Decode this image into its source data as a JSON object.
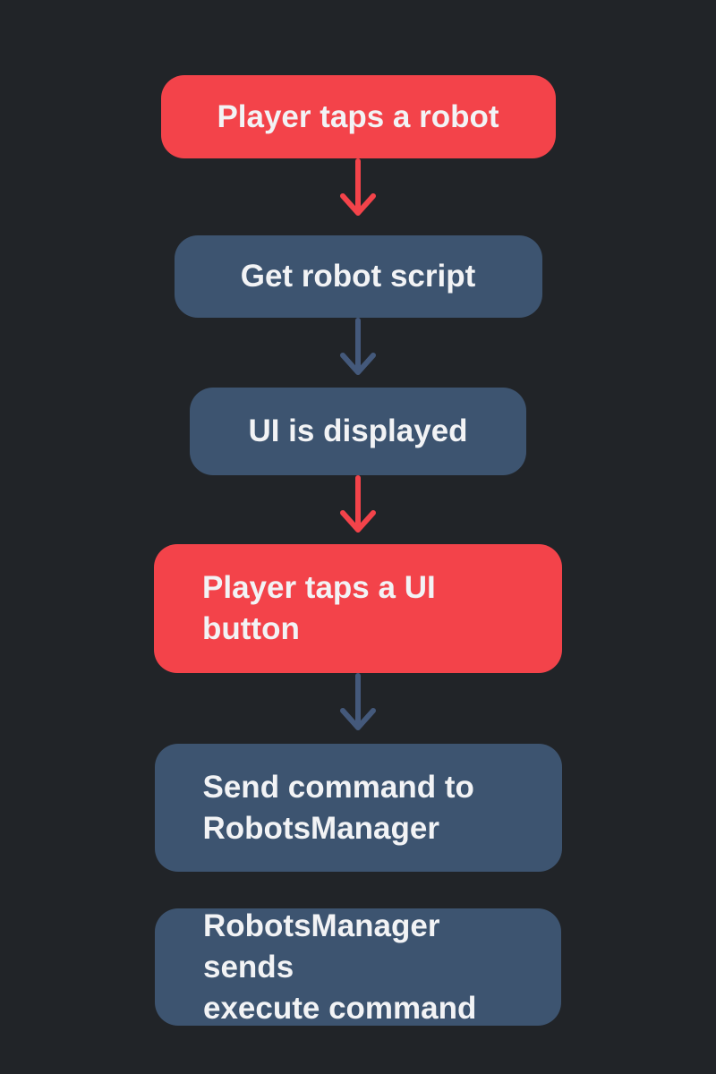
{
  "colors": {
    "background": "#212428",
    "node_red": "#f3434a",
    "node_slate": "#3d5470",
    "arrow_red": "#f3434a",
    "arrow_slate": "#44597b",
    "text": "#f2f3f5"
  },
  "flowchart": {
    "nodes": [
      {
        "label": "Player taps a robot",
        "lines": [
          "Player taps a robot"
        ],
        "color": "red",
        "align": "center"
      },
      {
        "label": "Get robot script",
        "lines": [
          "Get robot script"
        ],
        "color": "slate",
        "align": "center"
      },
      {
        "label": "UI is displayed",
        "lines": [
          "UI is displayed"
        ],
        "color": "slate",
        "align": "center"
      },
      {
        "label": "Player taps a UI button",
        "lines": [
          "Player taps a UI",
          "button"
        ],
        "color": "red",
        "align": "left"
      },
      {
        "label": "Send command to RobotsManager",
        "lines": [
          "Send command to",
          "RobotsManager"
        ],
        "color": "slate",
        "align": "left"
      },
      {
        "label": "RobotsManager sends execute command",
        "lines": [
          "RobotsManager sends",
          "execute command"
        ],
        "color": "slate",
        "align": "left"
      }
    ],
    "connectors": [
      {
        "from": "Player taps a robot",
        "to": "Get robot script",
        "color": "red"
      },
      {
        "from": "Get robot script",
        "to": "UI is displayed",
        "color": "slate"
      },
      {
        "from": "UI is displayed",
        "to": "Player taps a UI button",
        "color": "red"
      },
      {
        "from": "Player taps a UI button",
        "to": "Send command to RobotsManager",
        "color": "slate"
      }
    ]
  }
}
